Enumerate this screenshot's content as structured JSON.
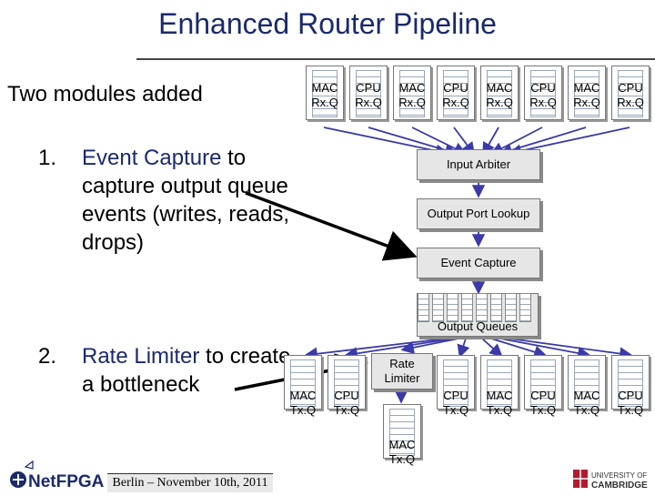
{
  "title": "Enhanced Router Pipeline",
  "subtitle": "Two modules added",
  "items": [
    {
      "num": "1.",
      "highlight": "Event Capture",
      "rest": " to capture output queue events (writes, reads, drops)"
    },
    {
      "num": "2.",
      "highlight": "Rate Limiter",
      "rest": " to create a bottleneck"
    }
  ],
  "rx_queues": [
    "MAC Rx.Q",
    "CPU Rx.Q",
    "MAC Rx.Q",
    "CPU Rx.Q",
    "MAC Rx.Q",
    "CPU Rx.Q",
    "MAC Rx.Q",
    "CPU Rx.Q"
  ],
  "modules": {
    "input_arbiter": "Input Arbiter",
    "output_port_lookup": "Output Port Lookup",
    "event_capture": "Event Capture",
    "output_queues": "Output Queues",
    "rate_limiter": "Rate Limiter"
  },
  "tx_queues": [
    "MAC Tx.Q",
    "CPU Tx.Q",
    "CPU Tx.Q",
    "MAC Tx.Q",
    "CPU Tx.Q",
    "MAC Tx.Q",
    "CPU Tx.Q"
  ],
  "rate_limited_queue": "MAC Tx.Q",
  "footer": "Berlin – November 10th, 2011",
  "logos": {
    "left": "NetFPGA",
    "right_line1": "UNIVERSITY OF",
    "right_line2": "CAMBRIDGE"
  },
  "colors": {
    "title": "#1a2a6c",
    "highlight": "#1a2a6c",
    "arrow": "#3a3aa8",
    "box_fill": "#e6e6e6"
  }
}
